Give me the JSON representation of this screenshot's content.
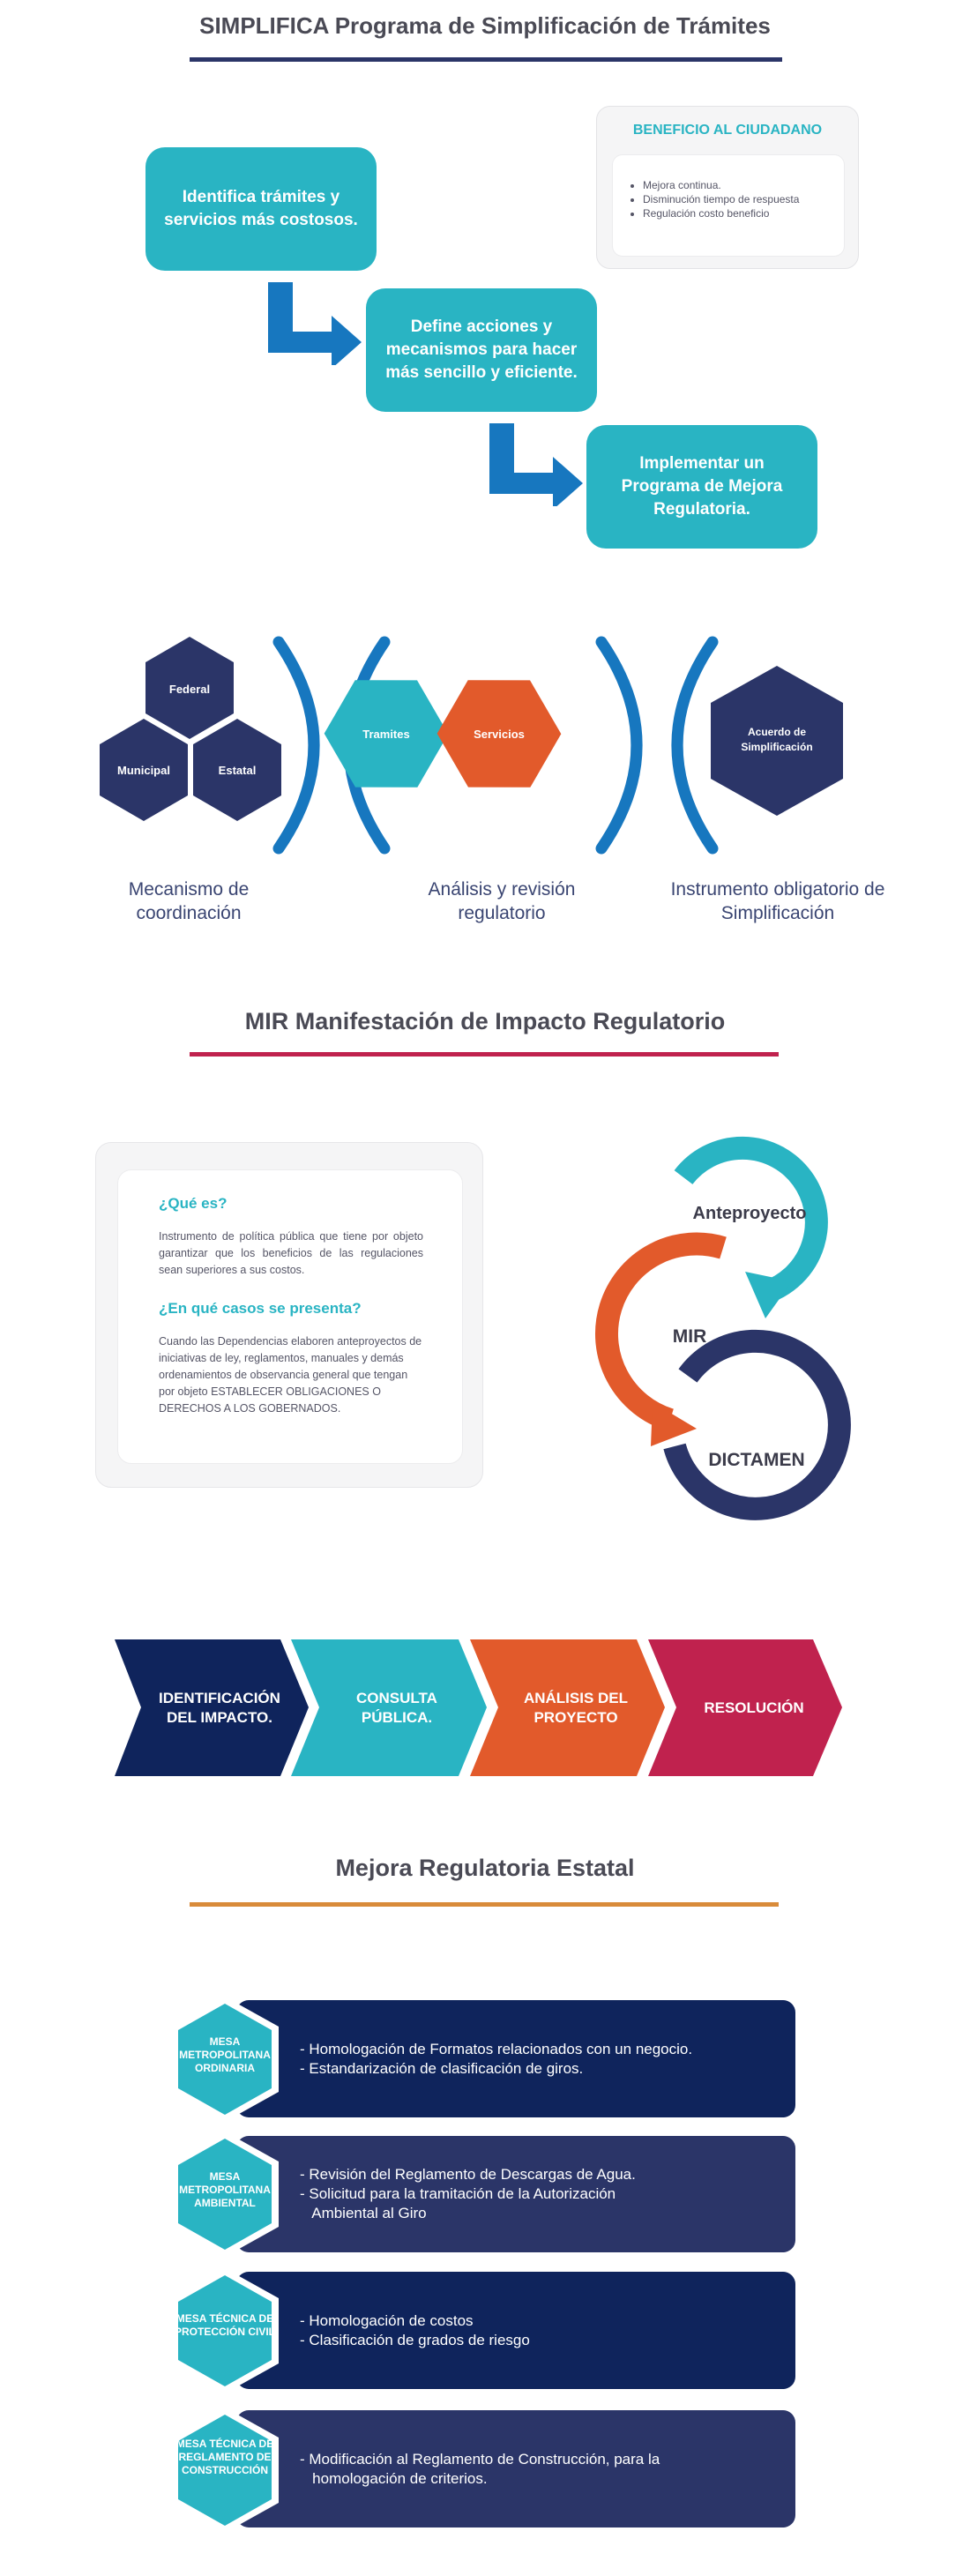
{
  "section1": {
    "title": "SIMPLIFICA  Programa de Simplificación de Trámites",
    "steps": [
      "Identifica trámites y servicios más costosos.",
      "Define acciones y mecanismos para hacer más sencillo y eficiente.",
      "Implementar un Programa de Mejora Regulatoria."
    ],
    "benefit": {
      "title": "BENEFICIO AL CIUDADANO",
      "items": [
        "Mejora continua.",
        "Disminución tiempo de respuesta",
        "Regulación costo beneficio"
      ]
    }
  },
  "section2": {
    "hexagons": {
      "federal": "Federal",
      "municipal": "Municipal",
      "estatal": "Estatal",
      "tramites": "Tramites",
      "servicios": "Servicios",
      "acuerdo_line1": "Acuerdo de",
      "acuerdo_line2": "Simplificación"
    },
    "captions": [
      "Mecanismo de coordinación",
      "Análisis y revisión regulatorio",
      "Instrumento obligatorio de Simplificación"
    ]
  },
  "section3": {
    "title": "MIR Manifestación de Impacto Regulatorio",
    "q1": "¿Qué es?",
    "a1": "Instrumento de política pública que tiene por objeto garantizar que los beneficios de las regulaciones sean superiores a sus costos.",
    "q2": "¿En qué casos se presenta?",
    "a2": "Cuando las Dependencias elaboren anteproyectos de iniciativas de ley, reglamentos, manuales y demás ordenamientos de observancia general que tengan por objeto ESTABLECER OBLIGACIONES O DERECHOS A LOS GOBERNADOS.",
    "cycle": [
      "Anteproyecto",
      "MIR",
      "DICTAMEN"
    ]
  },
  "section4": {
    "steps": [
      "IDENTIFICACIÓN DEL IMPACTO.",
      "CONSULTA PÚBLICA.",
      "ANÁLISIS DEL PROYECTO",
      "RESOLUCIÓN"
    ]
  },
  "section5": {
    "title": "Mejora Regulatoria Estatal",
    "mesas": [
      {
        "name": "MESA METROPOLITANA ORDINARIA",
        "lines": [
          "- Homologación de Formatos relacionados con un negocio.",
          "- Estandarización de clasificación de giros."
        ]
      },
      {
        "name": "MESA METROPOLITANA AMBIENTAL",
        "lines": [
          "- Revisión del Reglamento de Descargas de Agua.",
          "- Solicitud para la tramitación de la Autorización",
          "   Ambiental al Giro"
        ]
      },
      {
        "name": "MESA TÉCNICA DE PROTECCIÓN CIVIL",
        "lines": [
          "- Homologación de costos",
          "- Clasificación de grados de riesgo"
        ]
      },
      {
        "name": "MESA TÉCNICA DE REGLAMENTO DE CONSTRUCCIÓN",
        "lines": [
          "- Modificación al Reglamento de Construcción, para la",
          "   homologación de criterios."
        ]
      }
    ]
  },
  "colors": {
    "teal": "#29b4c3",
    "navy": "#2b3568",
    "dark_navy": "#0f245c",
    "orange": "#e25a2b",
    "crimson": "#c0224e",
    "blue_arrow": "#1777bf",
    "gold_line": "#d98b3a"
  }
}
